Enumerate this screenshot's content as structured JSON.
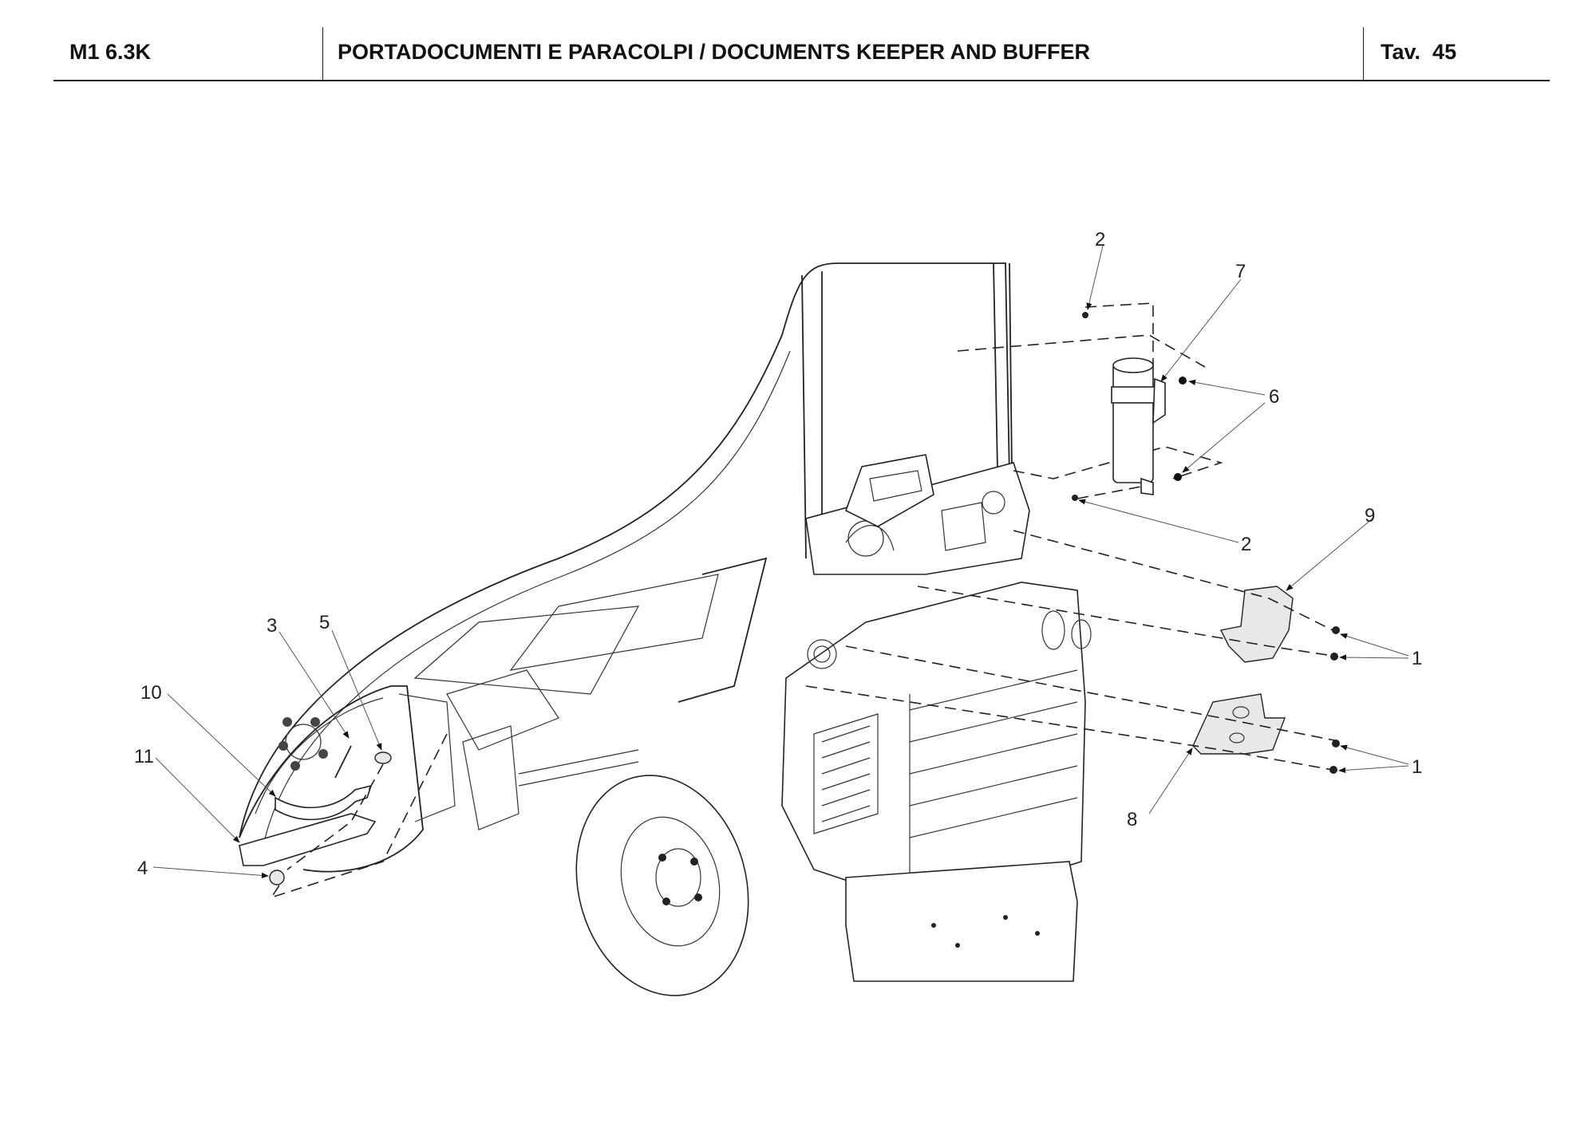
{
  "header": {
    "model": "M1 6.3K",
    "title": "PORTADOCUMENTI E PARACOLPI / DOCUMENTS KEEPER AND BUFFER",
    "table_label": "Tav.",
    "table_number": "45"
  },
  "callouts": {
    "c1a": "1",
    "c1b": "1",
    "c2a": "2",
    "c2b": "2",
    "c3": "3",
    "c4": "4",
    "c5": "5",
    "c6": "6",
    "c7": "7",
    "c8": "8",
    "c9": "9",
    "c10": "10",
    "c11": "11"
  }
}
